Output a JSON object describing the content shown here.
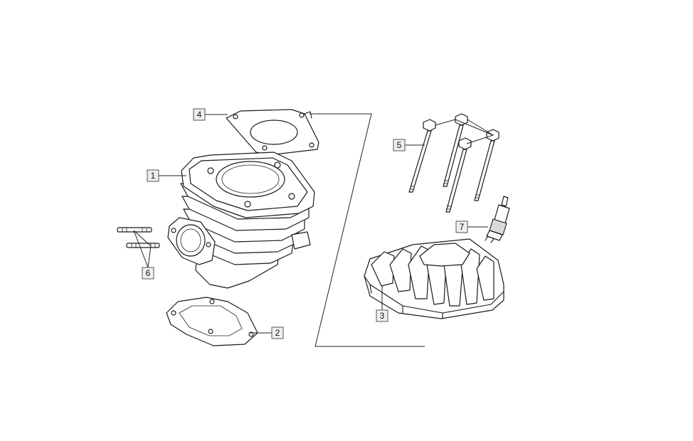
{
  "callouts": [
    {
      "id": "c1",
      "label": "1"
    },
    {
      "id": "c2",
      "label": "2"
    },
    {
      "id": "c3",
      "label": "3"
    },
    {
      "id": "c4",
      "label": "4"
    },
    {
      "id": "c5",
      "label": "5"
    },
    {
      "id": "c6",
      "label": "6"
    },
    {
      "id": "c7",
      "label": "7"
    }
  ],
  "colors": {
    "line": "#1a1a1a",
    "callout_box": "#eeeeee",
    "callout_border": "#555555"
  }
}
